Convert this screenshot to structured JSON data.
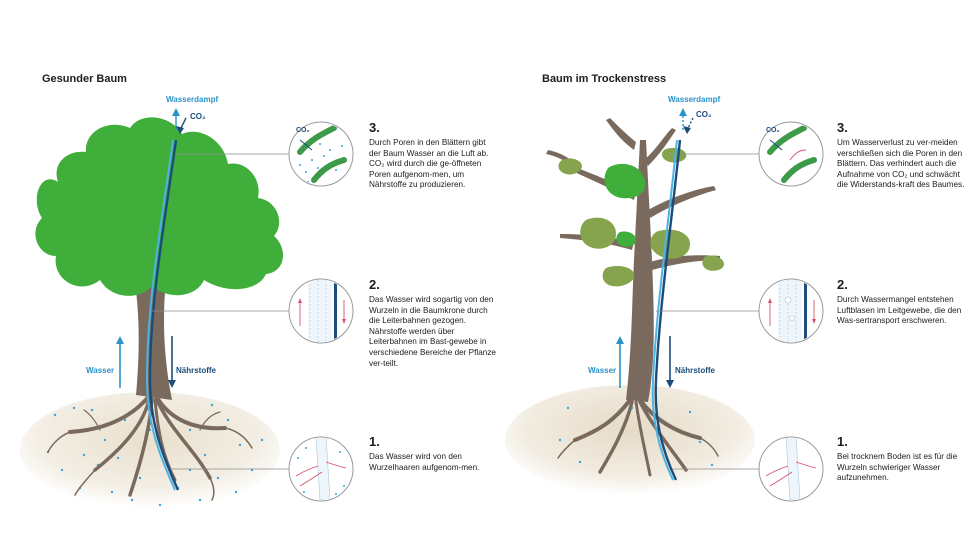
{
  "healthy": {
    "title": "Gesunder Baum",
    "vapor_label": "Wasserdampf",
    "co2_label": "CO₂",
    "water_label": "Wasser",
    "nutrients_label": "Nährstoffe",
    "circle_co2": "CO₂",
    "steps": [
      {
        "num": "3.",
        "text": "Durch Poren in den Blättern gibt der Baum Wasser an die Luft ab. CO₂ wird durch die ge-öffneten Poren aufgenom-men, um Nährstoffe zu produzieren."
      },
      {
        "num": "2.",
        "text": "Das Wasser wird sogartig von den Wurzeln in die Baumkrone durch die Leiterbahnen gezogen. Nährstoffe werden über Leiterbahnen im Bast-gewebe in verschiedene Bereiche der Pflanze ver-teilt."
      },
      {
        "num": "1.",
        "text": "Das Wasser wird von den Wurzelhaaren aufgenom-men."
      }
    ]
  },
  "stressed": {
    "title": "Baum im Trockenstress",
    "vapor_label": "Wasserdampf",
    "co2_label": "CO₂",
    "water_label": "Wasser",
    "nutrients_label": "Nährstoffe",
    "circle_co2": "CO₂",
    "steps": [
      {
        "num": "3.",
        "text": "Um Wasserverlust zu ver-meiden verschließen sich die Poren in den Blättern. Das verhindert auch die Aufnahme von CO₂ und schwächt die Widerstands-kraft des Baumes."
      },
      {
        "num": "2.",
        "text": "Durch Wassermangel entstehen Luftblasen im Leitgewebe, die den Was-sertransport erschweren."
      },
      {
        "num": "1.",
        "text": "Bei trocknem Boden ist  es für die Wurzeln schwieriger Wasser aufzunehmen."
      }
    ]
  },
  "colors": {
    "leaf_healthy": "#3fae3a",
    "leaf_dry": "#86a34d",
    "trunk": "#7a6a5e",
    "water": "#2b93c9",
    "nutrients": "#1b4c7a",
    "soil": "#efe7d8",
    "leaf_detail": "#3c9a48",
    "warn": "#d9536b"
  }
}
